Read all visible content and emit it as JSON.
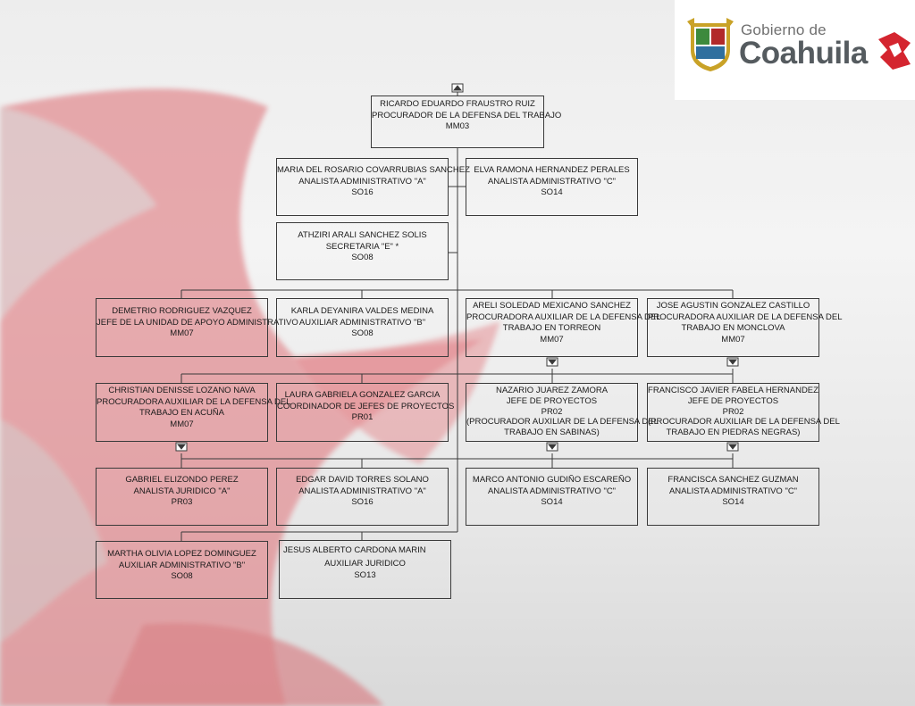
{
  "logo": {
    "small_text": "Gobierno de",
    "big_text": "Coahuila",
    "crest_icon": "coahuila-crest-icon",
    "mark_icon": "red-star-mark-icon"
  },
  "colors": {
    "box_border": "#3a3a3a",
    "text": "#1a1a1a",
    "background_art": "#e07a80",
    "connector": "#3a3a3a"
  },
  "org": {
    "head": {
      "name": "RICARDO EDUARDO FRAUSTRO RUIZ",
      "title": "PROCURADOR DE LA DEFENSA DEL TRABAJO",
      "code": "MM03"
    },
    "covarrubias": {
      "name": "MARIA DEL ROSARIO COVARRUBIAS SANCHEZ",
      "title": "ANALISTA  ADMINISTRATIVO \"A\"",
      "code": "SO16"
    },
    "hernandez_perales": {
      "name": "ELVA RAMONA HERNANDEZ PERALES",
      "title": "ANALISTA ADMINISTRATIVO \"C\"",
      "code": "SO14"
    },
    "sanchez_solis": {
      "name": "ATHZIRI ARALI SANCHEZ SOLIS",
      "title": "SECRETARIA \"E\" *",
      "code": "SO08"
    },
    "rodriguez": {
      "name": "DEMETRIO RODRIGUEZ VAZQUEZ",
      "title": "JEFE DE LA UNIDAD DE APOYO ADMINISTRATIVO",
      "code": "MM07"
    },
    "valdes": {
      "name": "KARLA DEYANIRA VALDES MEDINA",
      "title": "AUXILIAR ADMINISTRATIVO \"B\"",
      "code": "SO08"
    },
    "mexicano": {
      "name": "ARELI SOLEDAD MEXICANO SANCHEZ",
      "title": "PROCURADORA AUXILIAR DE LA DEFENSA DEL",
      "title2": "TRABAJO EN TORREON",
      "code": "MM07"
    },
    "gonzalez_castillo": {
      "name": "JOSE AGUSTIN GONZALEZ CASTILLO",
      "title": "PROCURADORA AUXILIAR DE LA DEFENSA DEL",
      "title2": "TRABAJO EN MONCLOVA",
      "code": "MM07"
    },
    "lozano": {
      "name": "CHRISTIAN DENISSE LOZANO NAVA",
      "title": "PROCURADORA AUXILIAR DE LA DEFENSA DEL",
      "title2": "TRABAJO EN ACUÑA",
      "code": "MM07"
    },
    "gonzalez_garcia": {
      "name": "LAURA GABRIELA GONZALEZ GARCIA",
      "title": "COORDINADOR DE JEFES DE PROYECTOS",
      "code": "PR01"
    },
    "juarez": {
      "name": "NAZARIO JUAREZ ZAMORA",
      "title": "JEFE DE PROYECTOS",
      "code": "PR02",
      "note": "(PROCURADOR AUXILIAR DE LA DEFENSA DEL",
      "note2": "TRABAJO EN SABINAS)"
    },
    "fabela": {
      "name": "FRANCISCO JAVIER FABELA HERNANDEZ",
      "title": "JEFE DE PROYECTOS",
      "code": "PR02",
      "note": "(PROCURADOR AUXILIAR DE LA DEFENSA DEL",
      "note2": "TRABAJO EN PIEDRAS NEGRAS)"
    },
    "elizondo": {
      "name": "GABRIEL ELIZONDO PEREZ",
      "title": "ANALISTA JURIDICO \"A\"",
      "code": "PR03"
    },
    "torres": {
      "name": "EDGAR DAVID TORRES SOLANO",
      "title": "ANALISTA  ADMINISTRATIVO \"A\"",
      "code": "SO16"
    },
    "gudino": {
      "name": "MARCO ANTONIO GUDIÑO ESCAREÑO",
      "title": "ANALISTA ADMINISTRATIVO \"C\"",
      "code": "SO14"
    },
    "sanchez_guzman": {
      "name": "FRANCISCA SANCHEZ GUZMAN",
      "title": "ANALISTA ADMINISTRATIVO \"C\"",
      "code": "SO14"
    },
    "lopez": {
      "name": "MARTHA OLIVIA LOPEZ DOMINGUEZ",
      "title": "AUXILIAR ADMINISTRATIVO \"B\"",
      "code": "SO08"
    },
    "cardona": {
      "name": "JESUS ALBERTO CARDONA MARIN",
      "title": "AUXILIAR JURIDICO",
      "code": "SO13"
    }
  }
}
